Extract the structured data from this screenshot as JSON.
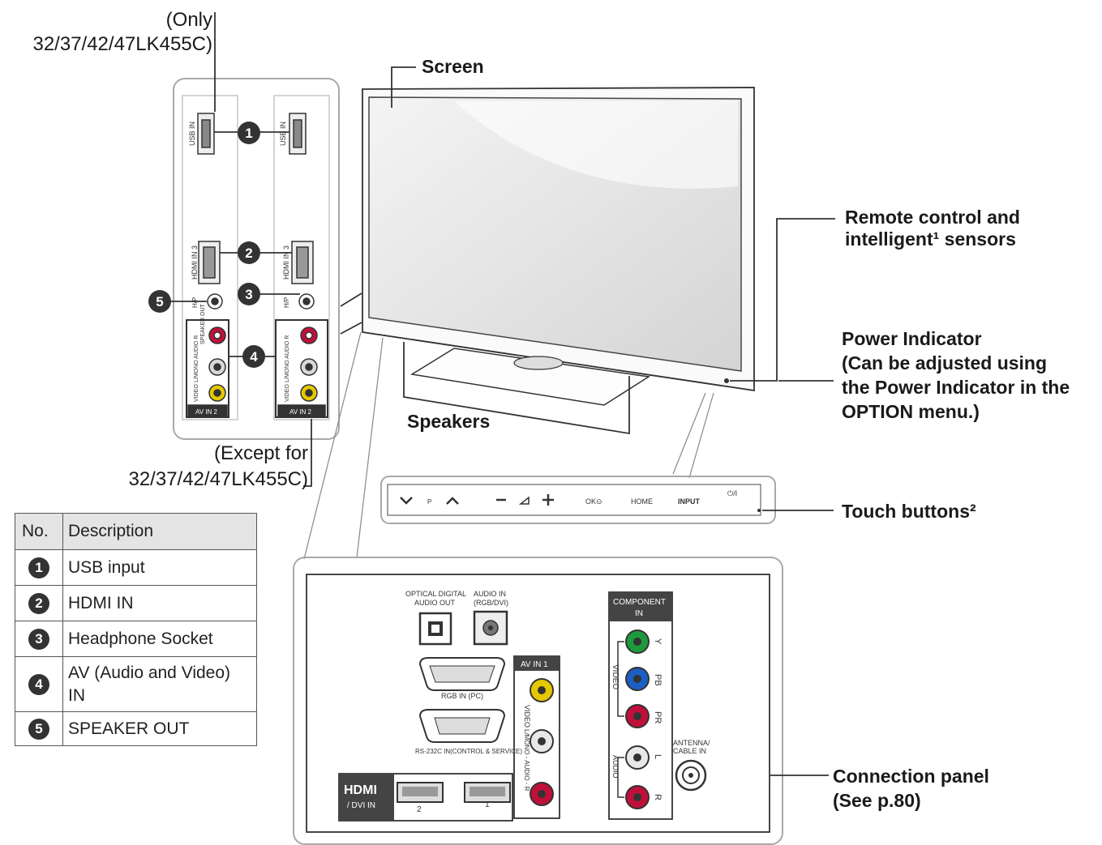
{
  "labels": {
    "only_note": [
      "(Only",
      "32/37/42/47LK455C)"
    ],
    "except_note": [
      "(Except for",
      "32/37/42/47LK455C)"
    ],
    "screen": "Screen",
    "remote_sensor": [
      "Remote control and",
      "intelligent¹ sensors"
    ],
    "power_indicator": [
      "Power Indicator",
      "(Can be adjusted using",
      "the Power Indicator in the",
      "OPTION menu.)"
    ],
    "speakers": "Speakers",
    "touch_buttons": "Touch buttons²",
    "connection_panel": [
      "Connection panel",
      "(See p.80)"
    ]
  },
  "callouts": [
    "1",
    "2",
    "3",
    "4",
    "5"
  ],
  "side_panel_ports": {
    "usb": "USB IN",
    "hdmi": "HDMI IN 3",
    "headphone": "H/P",
    "speaker": "SPEAKER OUT",
    "av_in": "AV IN 2",
    "av_video": "VIDEO",
    "av_audio": "L/MONO AUDIO R"
  },
  "touch_panel": {
    "prog_label": "P",
    "ok": "OK⊙",
    "home": "HOME",
    "input": "INPUT",
    "power": "⏻/I"
  },
  "rear_panel": {
    "optical": [
      "OPTICAL DIGITAL",
      "AUDIO OUT"
    ],
    "audio_in": [
      "AUDIO IN",
      "(RGB/DVI)"
    ],
    "rgb_in": "RGB IN (PC)",
    "rs232c": "RS-232C IN(CONTROL & SERVICE)",
    "av_in_1": "AV IN 1",
    "av_video": "VIDEO",
    "av_audio": "L/MONO - AUDIO - R",
    "component": [
      "COMPONENT",
      "IN"
    ],
    "component_video": "VIDEO",
    "component_audio": "AUDIO",
    "comp_labels": [
      "Y",
      "PB",
      "PR",
      "L",
      "R"
    ],
    "antenna": [
      "ANTENNA/",
      "CABLE IN"
    ],
    "hdmi_logo": "HDMI",
    "hdmi_sub": "/ DVI IN",
    "hdmi_ports": [
      "2",
      "1"
    ]
  },
  "table": {
    "headers": [
      "No.",
      "Description"
    ],
    "rows": [
      {
        "no": "1",
        "desc": "USB input"
      },
      {
        "no": "2",
        "desc": "HDMI IN"
      },
      {
        "no": "3",
        "desc": "Headphone Socket"
      },
      {
        "no": "4",
        "desc": "AV (Audio and Video) IN"
      },
      {
        "no": "5",
        "desc": "SPEAKER OUT"
      }
    ]
  },
  "colors": {
    "line": "#333333",
    "frame": "#aaaaaa",
    "video": "#e6c800",
    "audio_l": "#d8d8d8",
    "audio_r": "#c0103a",
    "comp_y": "#1e9a3c",
    "comp_pb": "#1c5fc4",
    "comp_pr": "#c0103a"
  }
}
